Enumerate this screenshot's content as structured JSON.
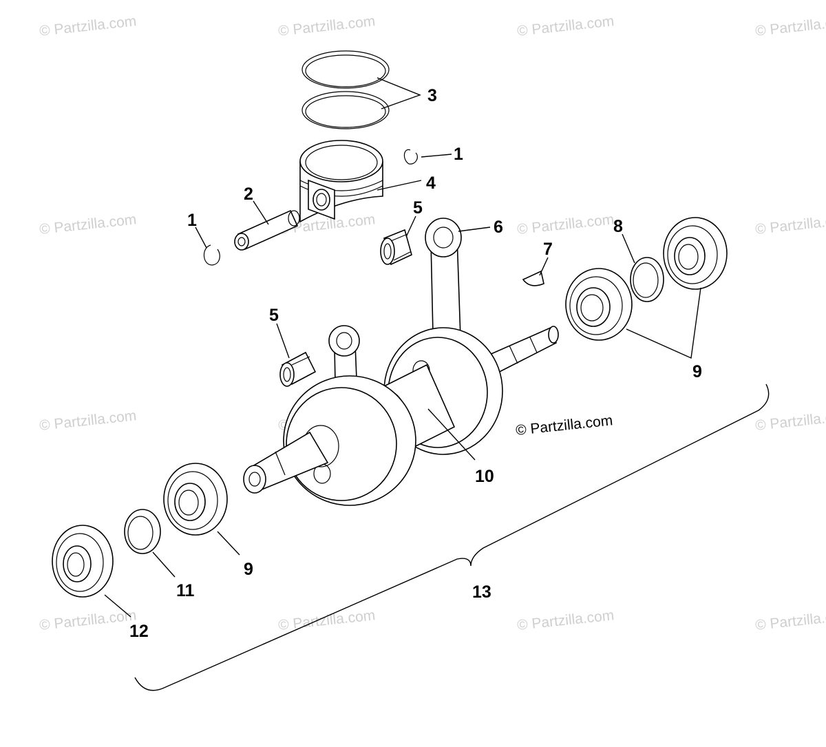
{
  "watermark_text": "© Partzilla.com",
  "copyright_text": "© Partzilla.com",
  "callouts": {
    "c1a": "1",
    "c1b": "1",
    "c2": "2",
    "c3": "3",
    "c4": "4",
    "c5a": "5",
    "c5b": "5",
    "c6": "6",
    "c7": "7",
    "c8": "8",
    "c9a": "9",
    "c9b": "9",
    "c10": "10",
    "c11": "11",
    "c12": "12",
    "c13": "13"
  },
  "colors": {
    "line": "#000000",
    "watermark": "#cfcfcf",
    "background": "#ffffff"
  }
}
